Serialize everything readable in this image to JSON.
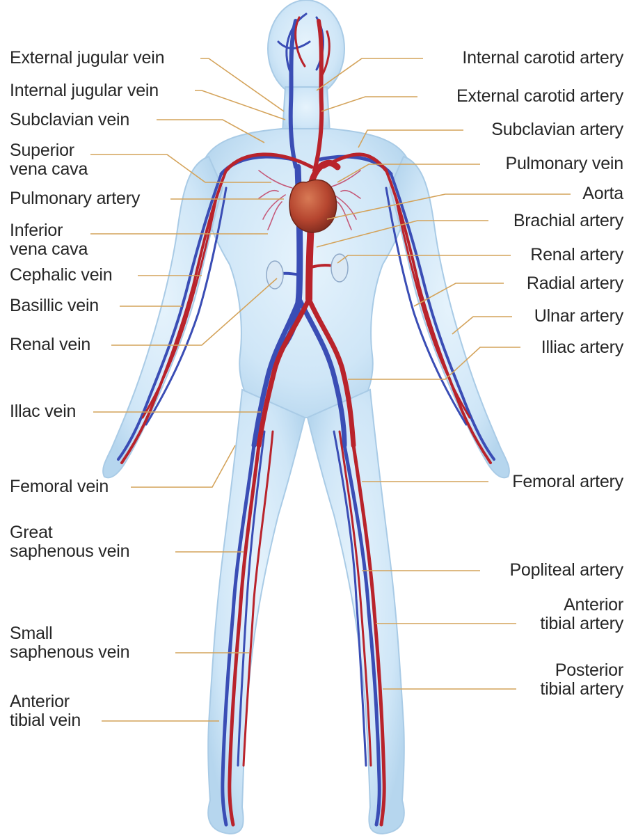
{
  "diagram": {
    "colors": {
      "artery": "#b9232b",
      "vein": "#3a4db5",
      "body": "#cfe6f7",
      "body_edge": "#a9cbe6",
      "leader": "#d4a35a",
      "heart": "#b5452f"
    },
    "left_labels": [
      {
        "line1": "External jugular vein",
        "line2": ""
      },
      {
        "line1": "Internal jugular vein",
        "line2": ""
      },
      {
        "line1": "Subclavian vein",
        "line2": ""
      },
      {
        "line1": "Superior",
        "line2": "vena cava"
      },
      {
        "line1": "Pulmonary artery",
        "line2": ""
      },
      {
        "line1": "Inferior",
        "line2": "vena cava"
      },
      {
        "line1": "Cephalic vein",
        "line2": ""
      },
      {
        "line1": "Basillic vein",
        "line2": ""
      },
      {
        "line1": "Renal vein",
        "line2": ""
      },
      {
        "line1": "Illac vein",
        "line2": ""
      },
      {
        "line1": "Femoral vein",
        "line2": ""
      },
      {
        "line1": "Great",
        "line2": "saphenous vein"
      },
      {
        "line1": "Small",
        "line2": "saphenous vein"
      },
      {
        "line1": "Anterior",
        "line2": "tibial vein"
      }
    ],
    "right_labels": [
      {
        "line1": "Internal carotid artery",
        "line2": ""
      },
      {
        "line1": "External carotid artery",
        "line2": ""
      },
      {
        "line1": "Subclavian artery",
        "line2": ""
      },
      {
        "line1": "Pulmonary vein",
        "line2": ""
      },
      {
        "line1": "Aorta",
        "line2": ""
      },
      {
        "line1": "Brachial artery",
        "line2": ""
      },
      {
        "line1": "Renal artery",
        "line2": ""
      },
      {
        "line1": "Radial artery",
        "line2": ""
      },
      {
        "line1": "Ulnar artery",
        "line2": ""
      },
      {
        "line1": "Illiac artery",
        "line2": ""
      },
      {
        "line1": "Femoral artery",
        "line2": ""
      },
      {
        "line1": "Popliteal artery",
        "line2": ""
      },
      {
        "line1": "Anterior",
        "line2": "tibial artery"
      },
      {
        "line1": "Posterior",
        "line2": "tibial artery"
      }
    ]
  }
}
